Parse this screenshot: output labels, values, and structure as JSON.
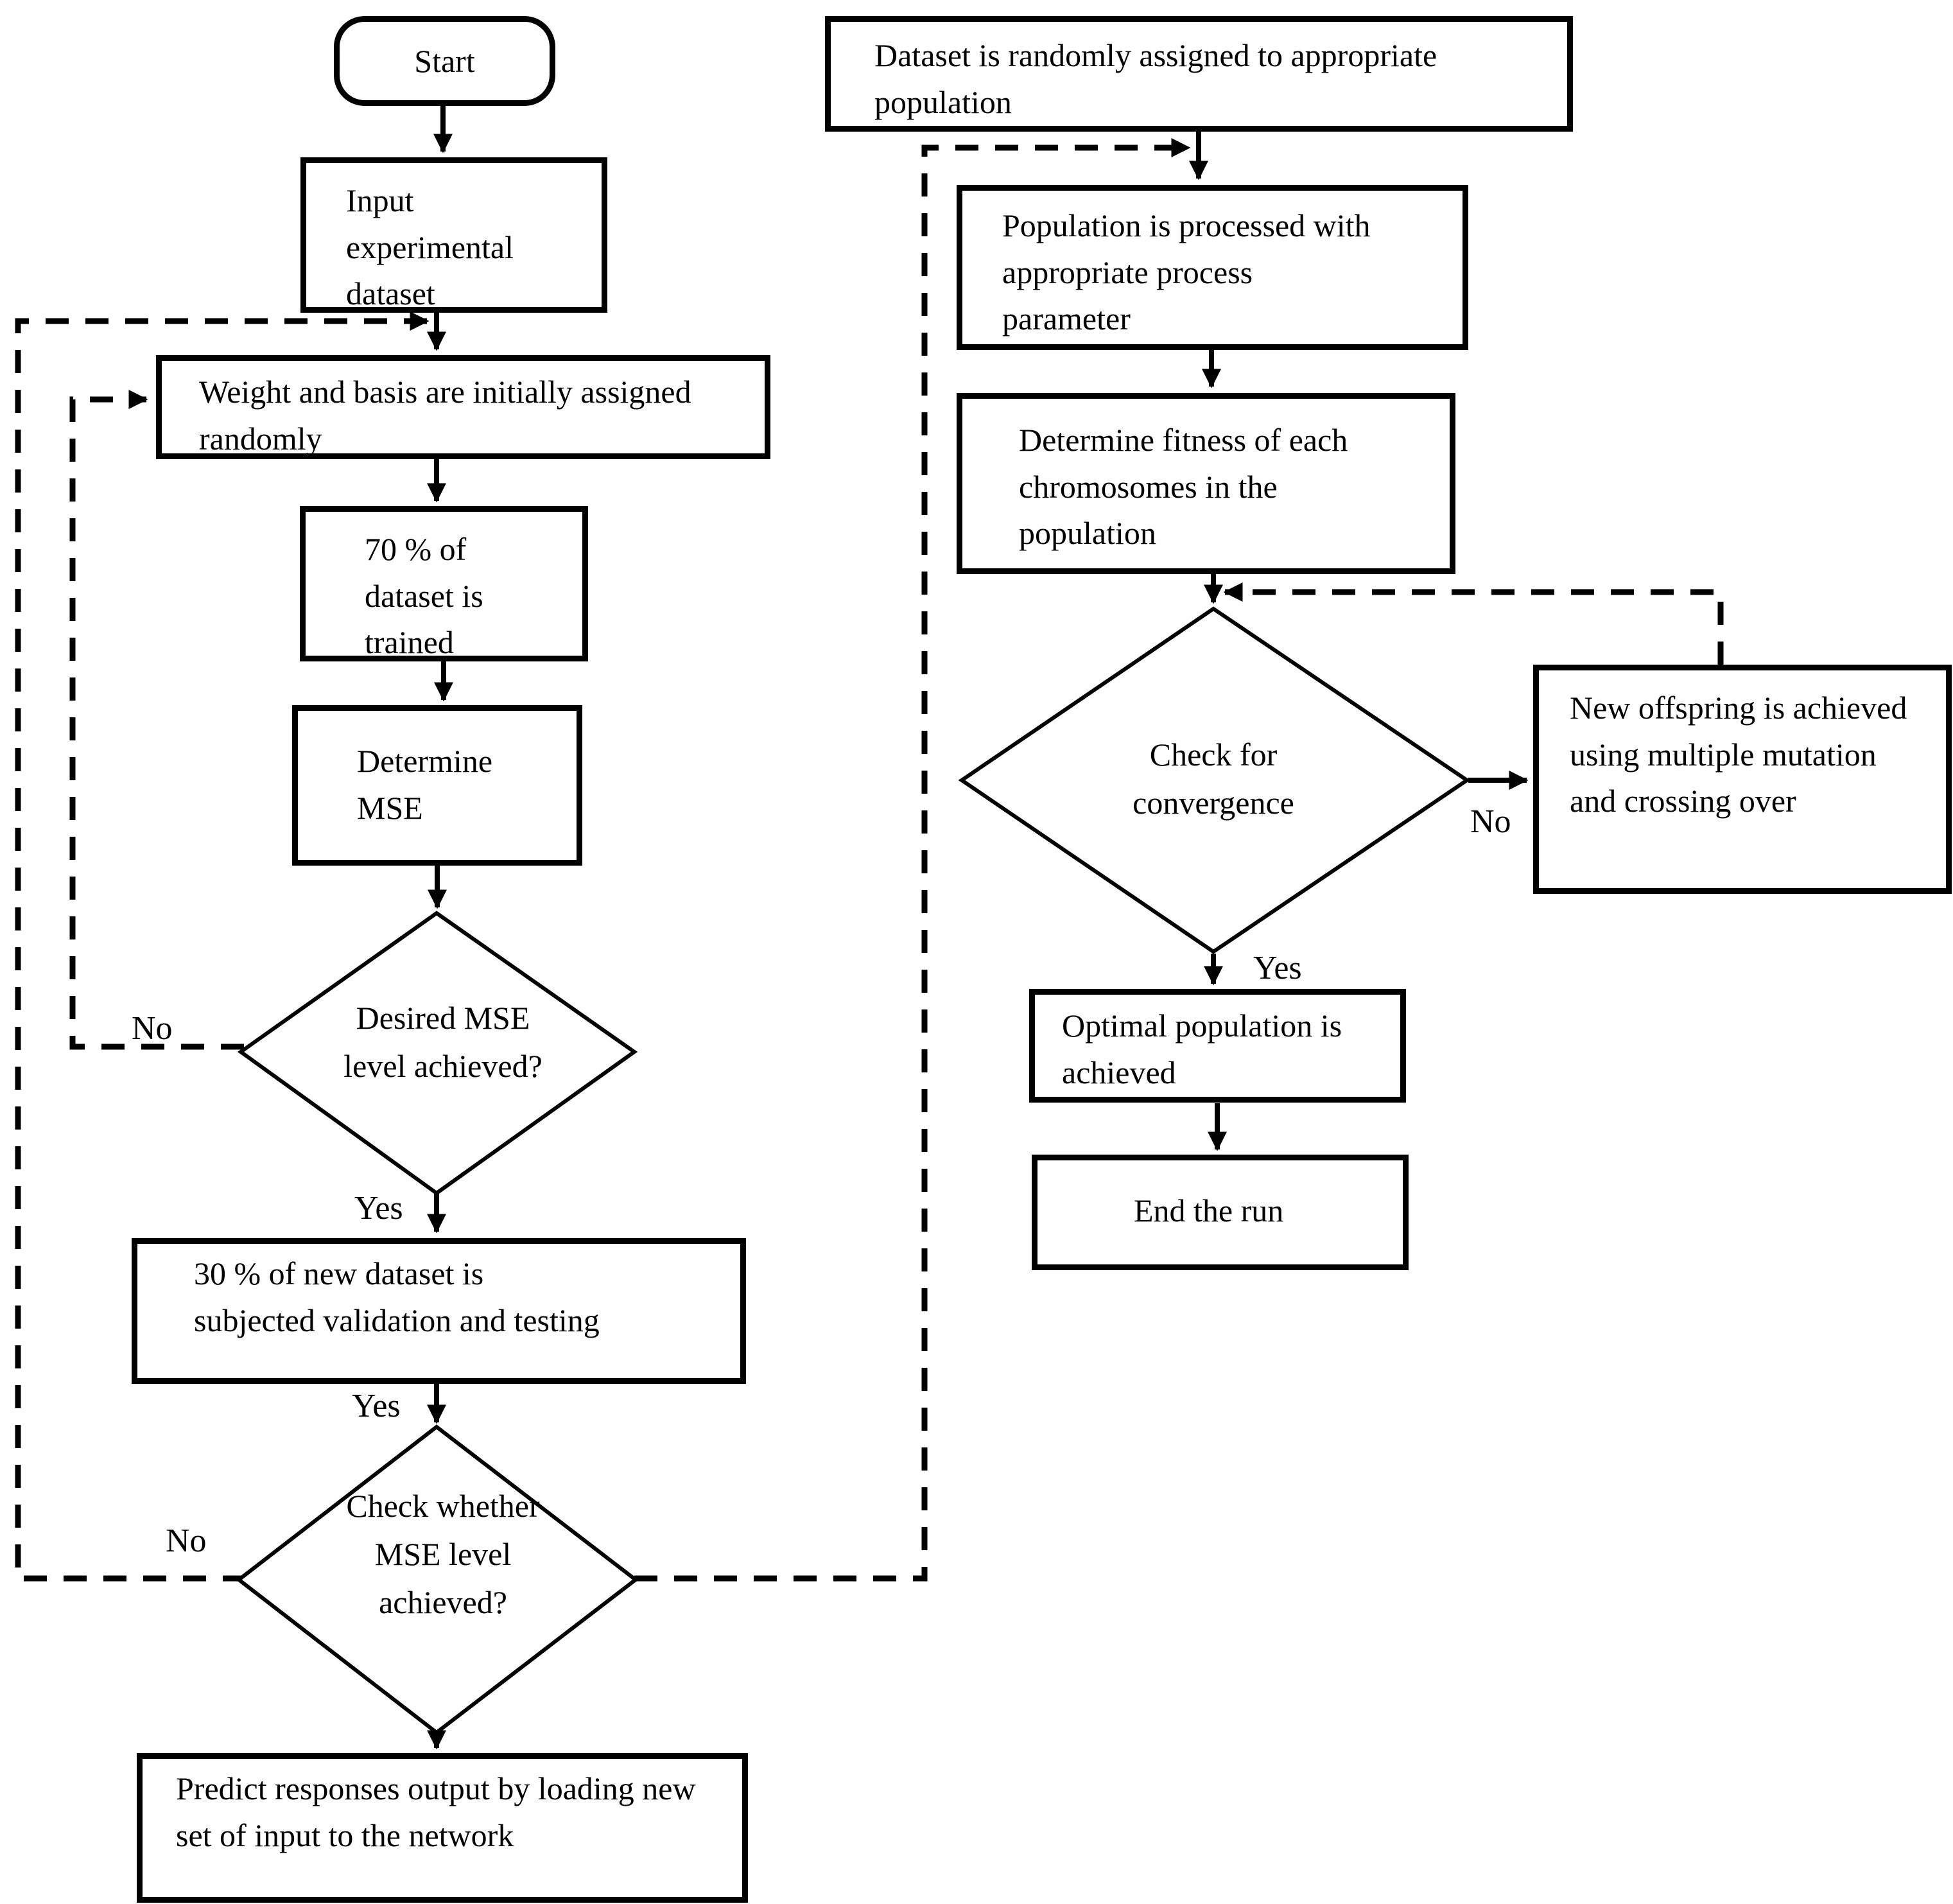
{
  "flowchart": {
    "colors": {
      "line": "#000000",
      "background": "#ffffff"
    },
    "nodes": {
      "start": "Start",
      "input_dataset": "Input experimental dataset",
      "weights": "Weight and basis are initially assigned randomly",
      "train70": "70 % of dataset is trained",
      "determine_mse": "Determine MSE",
      "desired_mse_decision": "Desired MSE level achieved?",
      "validate30": "30 % of new dataset is subjected validation and testing",
      "mse_check_decision": "Check whether MSE level achieved?",
      "predict": "Predict responses output by loading new set of input to the network",
      "assign_population": "Dataset is randomly assigned to appropriate population",
      "process_population": "Population is processed with appropriate process parameter",
      "fitness": "Determine fitness of each chromosomes in the population",
      "convergence_decision": "Check for convergence",
      "offspring": "New offspring is achieved using multiple mutation and crossing over",
      "optimal": "Optimal population is achieved",
      "end_run": "End the run"
    },
    "edge_labels": {
      "no1": "No",
      "yes1": "Yes",
      "yes2": "Yes",
      "no2": "No",
      "no3": "No",
      "yes3": "Yes"
    }
  }
}
